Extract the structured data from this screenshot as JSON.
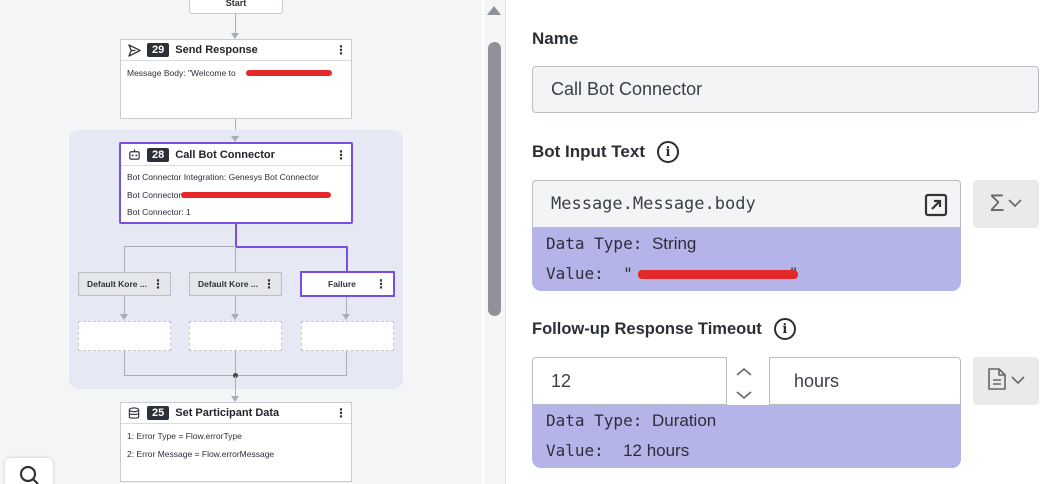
{
  "flow": {
    "start_label": "Start",
    "send_response": {
      "number": "29",
      "title": "Send Response",
      "message_body": "Message Body: \"Welcome to"
    },
    "call_bot": {
      "number": "28",
      "title": "Call Bot Connector",
      "integration": "Bot Connector Integration: Genesys Bot Connector",
      "connector": "Bot Connector:",
      "version": "Bot Connector: 1"
    },
    "branches": [
      "Default Kore ...",
      "Default Kore ...",
      "Failure"
    ],
    "set_participant": {
      "number": "25",
      "title": "Set Participant Data",
      "line1": "1: Error Type = Flow.errorType",
      "line2": "2: Error Message = Flow.errorMessage"
    }
  },
  "panel": {
    "name_label": "Name",
    "name_value": "Call Bot Connector",
    "bot_input_label": "Bot Input Text",
    "bot_input_value": "Message.Message.body",
    "bot_input_data_type_key": "Data Type:",
    "bot_input_data_type": "String",
    "bot_input_value_key": "Value:",
    "bot_input_value_prefix": "\"",
    "bot_input_value_suffix": "\"",
    "timeout_label": "Follow-up Response Timeout",
    "timeout_number": "12",
    "timeout_unit": "hours",
    "timeout_data_type_key": "Data Type:",
    "timeout_data_type": "Duration",
    "timeout_value_key": "Value:",
    "timeout_value": "12 hours"
  },
  "colors": {
    "accent": "#7a4ee0",
    "info_box": "#b4b4e9",
    "redaction": "#e4282a"
  }
}
